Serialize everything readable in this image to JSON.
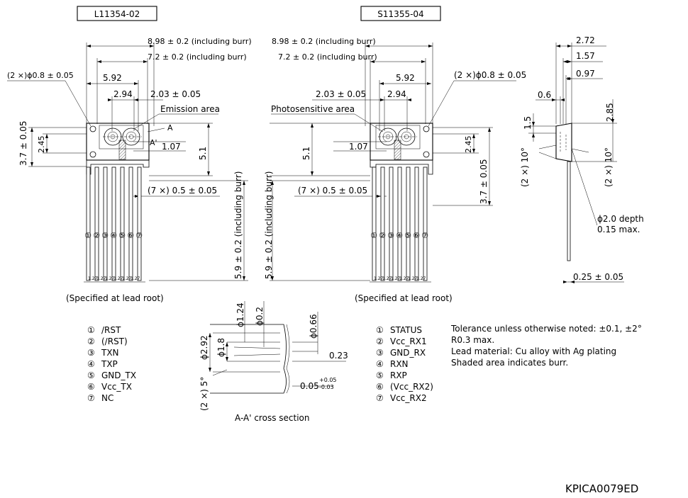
{
  "left_view": {
    "part_number": "L11354-02",
    "dim_overall": "8.98 ± 0.2 (including burr)",
    "dim_body": "7.2 ± 0.2 (including burr)",
    "dim_hole": "(2 ×)ϕ0.8 ± 0.05",
    "dim_592": "5.92",
    "dim_294": "2.94",
    "dim_203": "2.03 ± 0.05",
    "area_label": "Emission area",
    "section_a": "A",
    "section_a_prime": "A'",
    "dim_107": "1.07",
    "dim_37": "3.7 ± 0.05",
    "dim_245": "2.45",
    "dim_51": "5.1",
    "dim_pitch": "(7 ×) 0.5 ± 0.05",
    "dim_lead": "5.9 ± 0.2 (including burr)",
    "pin_numbers": [
      "①",
      "②",
      "③",
      "④",
      "⑤",
      "⑥",
      "⑦"
    ],
    "pitch_labels": [
      "1.27",
      "1.27",
      "1.27",
      "1.27",
      "1.27",
      "1.27"
    ],
    "note": "(Specified at lead root)"
  },
  "right_view": {
    "part_number": "S11355-04",
    "dim_overall": "8.98 ± 0.2 (including burr)",
    "dim_body": "7.2 ± 0.2 (including burr)",
    "dim_hole": "(2 ×)ϕ0.8 ± 0.05",
    "dim_592": "5.92",
    "dim_294": "2.94",
    "dim_203": "2.03 ± 0.05",
    "area_label": "Photosensitive area",
    "dim_107": "1.07",
    "dim_51": "5.1",
    "dim_245": "2.45",
    "dim_37": "3.7 ± 0.05",
    "dim_pitch": "(7 ×) 0.5 ± 0.05",
    "dim_lead": "5.9 ± 0.2 (including burr)",
    "pin_numbers": [
      "①",
      "②",
      "③",
      "④",
      "⑤",
      "⑥",
      "⑦"
    ],
    "pitch_labels": [
      "1.27",
      "1.27",
      "1.27",
      "1.27",
      "1.27",
      "1.27"
    ],
    "note": "(Specified at lead root)"
  },
  "side_view": {
    "dim_272": "2.72",
    "dim_157": "1.57",
    "dim_097": "0.97",
    "dim_06": "0.6",
    "dim_15": "1.5",
    "dim_285": "2.85",
    "angle_left": "(2 ×) 10°",
    "angle_right": "(2 ×) 10°",
    "depth_line1": "ϕ2.0 depth",
    "depth_line2": "0.15 max.",
    "dim_025": "0.25 ± 0.05"
  },
  "cross_section": {
    "dim_124": "ϕ1.24",
    "dim_02": "ϕ0.2",
    "dim_066": "ϕ0.66",
    "dim_292": "ϕ2.92",
    "dim_18": "ϕ1.8",
    "dim_023": "0.23",
    "angle": "(2 ×) 5°",
    "dim_005": "0.05",
    "tol_plus": "+0.05",
    "tol_minus": "-0.03",
    "caption": "A-A' cross section"
  },
  "pins_left": [
    {
      "num": "①",
      "name": "/RST"
    },
    {
      "num": "②",
      "name": "(/RST)"
    },
    {
      "num": "③",
      "name": "TXN"
    },
    {
      "num": "④",
      "name": "TXP"
    },
    {
      "num": "⑤",
      "name": "GND_TX"
    },
    {
      "num": "⑥",
      "name": "Vcc_TX"
    },
    {
      "num": "⑦",
      "name": "NC"
    }
  ],
  "pins_right": [
    {
      "num": "①",
      "name": "STATUS"
    },
    {
      "num": "②",
      "name": "Vcc_RX1"
    },
    {
      "num": "③",
      "name": "GND_RX"
    },
    {
      "num": "④",
      "name": "RXN"
    },
    {
      "num": "⑤",
      "name": "RXP"
    },
    {
      "num": "⑥",
      "name": "(Vcc_RX2)"
    },
    {
      "num": "⑦",
      "name": "Vcc_RX2"
    }
  ],
  "notes": [
    "Tolerance unless otherwise noted: ±0.1, ±2°",
    "R0.3 max.",
    "Lead material: Cu alloy with Ag plating",
    "Shaded area indicates burr."
  ],
  "drawing_code": "KPICA0079ED"
}
